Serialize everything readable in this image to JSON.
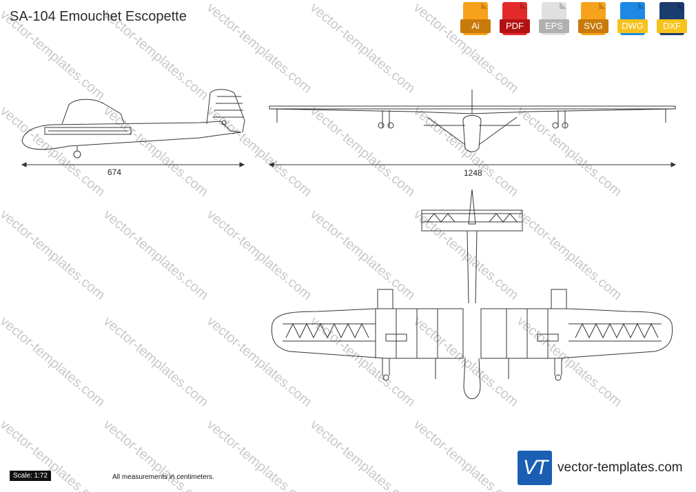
{
  "header": {
    "title": "SA-104 Emouchet Escopette"
  },
  "formats": [
    {
      "label": "Ai",
      "color": "#f7a21b",
      "tab": "#c97a0a"
    },
    {
      "label": "PDF",
      "color": "#e32a2a",
      "tab": "#b31212"
    },
    {
      "label": "EPS",
      "color": "#e0e0e0",
      "tab": "#b8b8b8"
    },
    {
      "label": "SVG",
      "color": "#f7a21b",
      "tab": "#c97a0a"
    },
    {
      "label": "DWG",
      "color": "#1e88e5",
      "tab": "#1565c0"
    },
    {
      "label": "DXF",
      "color": "#1a3c6e",
      "tab": "#0e2545"
    }
  ],
  "dimensions": {
    "side_length": "674",
    "front_span": "1248"
  },
  "footer": {
    "scale": "Scale: 1:72",
    "note": "All measurements in centimeters.",
    "brand_logo": "VT",
    "brand_url": "vector-templates.com"
  },
  "watermark": "vector-templates.com",
  "colors": {
    "logo": "#1a5fb4",
    "watermark": "#c9c9c9"
  }
}
